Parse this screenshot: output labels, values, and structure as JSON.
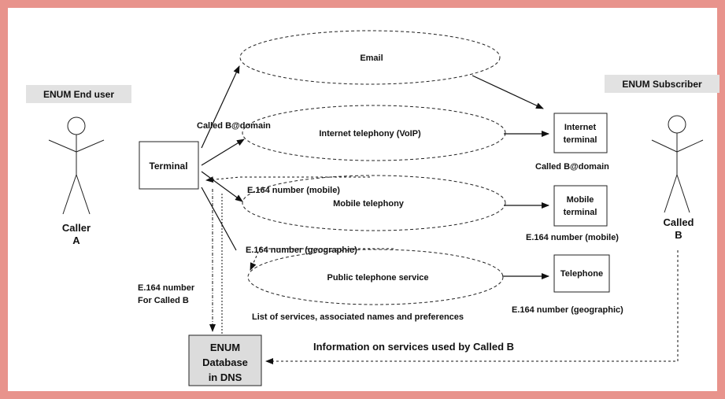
{
  "actors": {
    "end_user_title": "ENUM End user",
    "subscriber_title": "ENUM Subscriber",
    "caller_line1": "Caller",
    "caller_line2": "A",
    "called_line1": "Called",
    "called_line2": "B"
  },
  "services": {
    "email": "Email",
    "voip": "Internet telephony (VoIP)",
    "mobile": "Mobile telephony",
    "pstn": "Public telephone service"
  },
  "devices": {
    "terminal": "Terminal",
    "internet_terminal_line1": "Internet",
    "internet_terminal_line2": "terminal",
    "mobile_terminal_line1": "Mobile",
    "mobile_terminal_line2": "terminal",
    "telephone": "Telephone"
  },
  "labels": {
    "called_b_domain_left": "Called B@domain",
    "called_b_domain_right": "Called B@domain",
    "e164_mobile_left": "E.164 number (mobile)",
    "e164_mobile_right": "E.164 number (mobile)",
    "e164_geo_left": "E.164 number (geographic)",
    "e164_geo_right": "E.164 number (geographic)",
    "e164_for_b_line1": "E.164 number",
    "e164_for_b_line2": "For Called B",
    "services_list": "List of services, associated names and preferences",
    "info_services": "Information on services used by Called B"
  },
  "database": {
    "line1": "ENUM",
    "line2": "Database",
    "line3": "in DNS"
  },
  "colors": {
    "frame": "#e8938c",
    "title_box": "#e2e2e2",
    "db_fill": "#dcdcdc"
  }
}
